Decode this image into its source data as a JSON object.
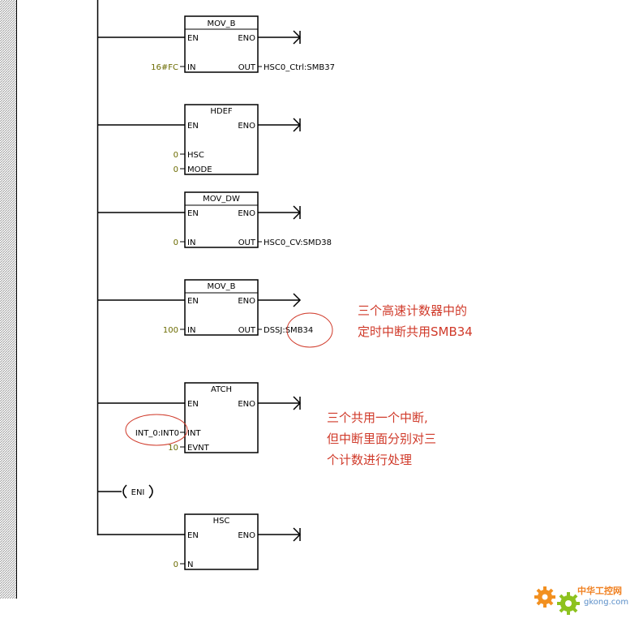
{
  "blocks": [
    {
      "title": "MOV_B",
      "en": "EN",
      "eno": "ENO",
      "inputs": [
        {
          "name": "IN",
          "value": "16#FC"
        }
      ],
      "output": {
        "name": "OUT",
        "value": "HSC0_Ctrl:SMB37"
      }
    },
    {
      "title": "HDEF",
      "en": "EN",
      "eno": "ENO",
      "inputs": [
        {
          "name": "HSC",
          "value": "0"
        },
        {
          "name": "MODE",
          "value": "0"
        }
      ],
      "output": null
    },
    {
      "title": "MOV_DW",
      "en": "EN",
      "eno": "ENO",
      "inputs": [
        {
          "name": "IN",
          "value": "0"
        }
      ],
      "output": {
        "name": "OUT",
        "value": "HSC0_CV:SMD38"
      }
    },
    {
      "title": "MOV_B",
      "en": "EN",
      "eno": "ENO",
      "inputs": [
        {
          "name": "IN",
          "value": "100"
        }
      ],
      "output": {
        "name": "OUT",
        "value": "DSSJ:SMB34"
      }
    },
    {
      "title": "ATCH",
      "en": "EN",
      "eno": "ENO",
      "inputs": [
        {
          "name": "INT",
          "value": "INT_0:INT0"
        },
        {
          "name": "EVNT",
          "value": "10"
        }
      ],
      "output": null
    },
    {
      "title": "HSC",
      "en": "EN",
      "eno": "ENO",
      "inputs": [
        {
          "name": "N",
          "value": "0"
        }
      ],
      "output": null
    }
  ],
  "coil": {
    "label": "ENI"
  },
  "annotations": [
    {
      "lines": [
        "三个高速计数器中的",
        "定时中断共用SMB34"
      ]
    },
    {
      "lines": [
        "三个共用一个中断,",
        "但中断里面分别对三",
        "个计数进行处理"
      ]
    }
  ],
  "logo": {
    "cn": "中华工控网",
    "en": "gkong.com"
  },
  "colors": {
    "note": "#d03a2a",
    "value": "#6b6b00",
    "wire": "#000000",
    "rail": "#9a9a9a"
  }
}
